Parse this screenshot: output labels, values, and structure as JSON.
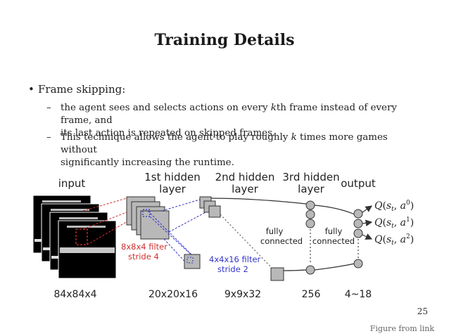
{
  "slide": {
    "title": "Training Details",
    "bullet": "Frame skipping:",
    "sub1_a": "the agent sees and selects actions on every ",
    "sub1_k": "k",
    "sub1_b": "th frame instead of every frame, and",
    "sub1_c": "its last action is repeated on skipped frames.",
    "sub2_a": "This technique allows the agent to play roughly ",
    "sub2_k": "k",
    "sub2_b": " times more games without",
    "sub2_c": "significantly increasing the runtime.",
    "page_number": "25",
    "caption": "Figure from link"
  },
  "diagram": {
    "input_label": "input",
    "hidden1_label_1": "1st hidden",
    "hidden1_label_2": "layer",
    "hidden2_label_1": "2nd hidden",
    "hidden2_label_2": "layer",
    "hidden3_label_1": "3rd hidden",
    "hidden3_label_2": "layer",
    "output_label": "output",
    "filter1_label": "8x8x4 filter",
    "filter1_stride": "stride 4",
    "filter2_label": "4x4x16 filter",
    "filter2_stride": "stride 2",
    "fc1_label_1": "fully",
    "fc1_label_2": "connected",
    "fc2_label_1": "fully",
    "fc2_label_2": "connected",
    "q0": "Q(s_t, a^0)",
    "q1": "Q(s_t, a^1)",
    "q2": "Q(s_t, a^2)",
    "dim_input": "84x84x4",
    "dim_h1": "20x20x16",
    "dim_h2": "9x9x32",
    "dim_h3": "256",
    "dim_out": "4~18"
  },
  "colors": {
    "red_filter": "#d03030",
    "blue_filter": "#3535c8",
    "gray_box": "#b8b8b8"
  }
}
